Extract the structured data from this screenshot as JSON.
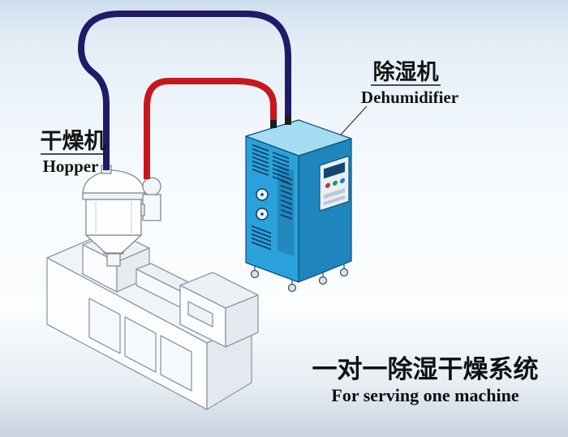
{
  "diagram": {
    "dryer_label": {
      "cn": "干燥机",
      "en": "Hopper"
    },
    "dehumidifier_label": {
      "cn": "除湿机",
      "en": "Dehumidifier"
    },
    "caption": {
      "cn": "一对一除湿干燥系统",
      "en": "For serving one machine"
    }
  },
  "colors": {
    "hot_air_pipe": "#c9151e",
    "dry_air_pipe": "#1f1b66",
    "cabinet_front": "#2aa1db",
    "cabinet_side": "#1e85bd",
    "cabinet_top": "#a6dcf2",
    "cabinet_detail": "#0c3d63",
    "machine_line": "#8d98a3",
    "text": "#141414"
  }
}
